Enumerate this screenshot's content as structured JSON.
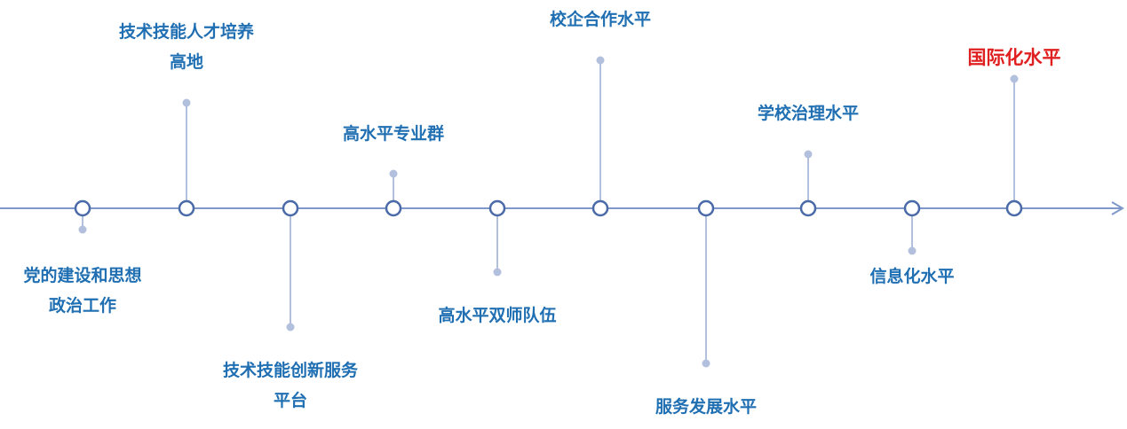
{
  "colors": {
    "axis": "#7f98c9",
    "node_stroke": "#4a6aa8",
    "stem": "#b3c0dd",
    "label": "#1f6fb2",
    "highlight": "#e02020"
  },
  "milestones": [
    {
      "id": "party-building",
      "lines": [
        "党的建设和思想",
        "政治工作"
      ],
      "highlight": false
    },
    {
      "id": "talent-highland",
      "lines": [
        "技术技能人才培养",
        "高地"
      ],
      "highlight": false
    },
    {
      "id": "innovation-platform",
      "lines": [
        "技术技能创新服务",
        "平台"
      ],
      "highlight": false
    },
    {
      "id": "professional-group",
      "lines": [
        "高水平专业群"
      ],
      "highlight": false
    },
    {
      "id": "dual-teacher-team",
      "lines": [
        "高水平双师队伍"
      ],
      "highlight": false
    },
    {
      "id": "school-enterprise",
      "lines": [
        "校企合作水平"
      ],
      "highlight": false
    },
    {
      "id": "service-development",
      "lines": [
        "服务发展水平"
      ],
      "highlight": false
    },
    {
      "id": "school-governance",
      "lines": [
        "学校治理水平"
      ],
      "highlight": false
    },
    {
      "id": "informatization",
      "lines": [
        "信息化水平"
      ],
      "highlight": false
    },
    {
      "id": "internationalization",
      "lines": [
        "国际化水平"
      ],
      "highlight": true
    }
  ]
}
